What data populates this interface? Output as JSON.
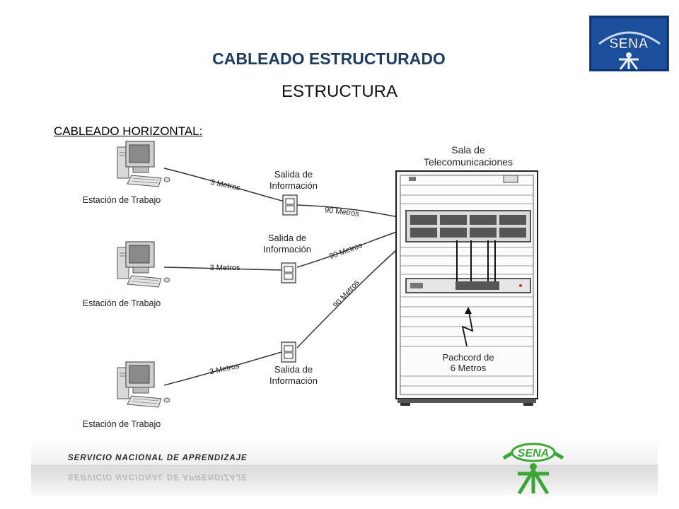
{
  "header": {
    "title": "CABLEADO ESTRUCTURADO",
    "subtitle": "ESTRUCTURA",
    "section_label": "CABLEADO HORIZONTAL:"
  },
  "logos": {
    "top_text": "SENA",
    "footer_text": "SENA"
  },
  "diagram": {
    "telecom_room_line1": "Sala de",
    "telecom_room_line2": "Telecomunicaciones",
    "workstations": [
      {
        "label": "Estación de Trabajo",
        "cable_to_outlet": "3 Metros"
      },
      {
        "label": "Estación de Trabajo",
        "cable_to_outlet": "3 Metros"
      },
      {
        "label": "Estación de Trabajo",
        "cable_to_outlet": "3 Metros"
      }
    ],
    "outlets": [
      {
        "line1": "Salida de",
        "line2": "Información",
        "cable_to_rack": "90 Metros"
      },
      {
        "line1": "Salida de",
        "line2": "Información",
        "cable_to_rack": "90 Metros"
      },
      {
        "line1": "Salida de",
        "line2": "Información",
        "cable_to_rack": "90 Metros"
      }
    ],
    "patchcord_line1": "Pachcord de",
    "patchcord_line2": "6 Metros"
  },
  "footer": {
    "text": "SERVICIO NACIONAL DE APRENDIZAJE"
  },
  "colors": {
    "title": "#1f3a5f",
    "logo_top_bg": "#1b4f9c",
    "logo_green": "#3aa635"
  }
}
